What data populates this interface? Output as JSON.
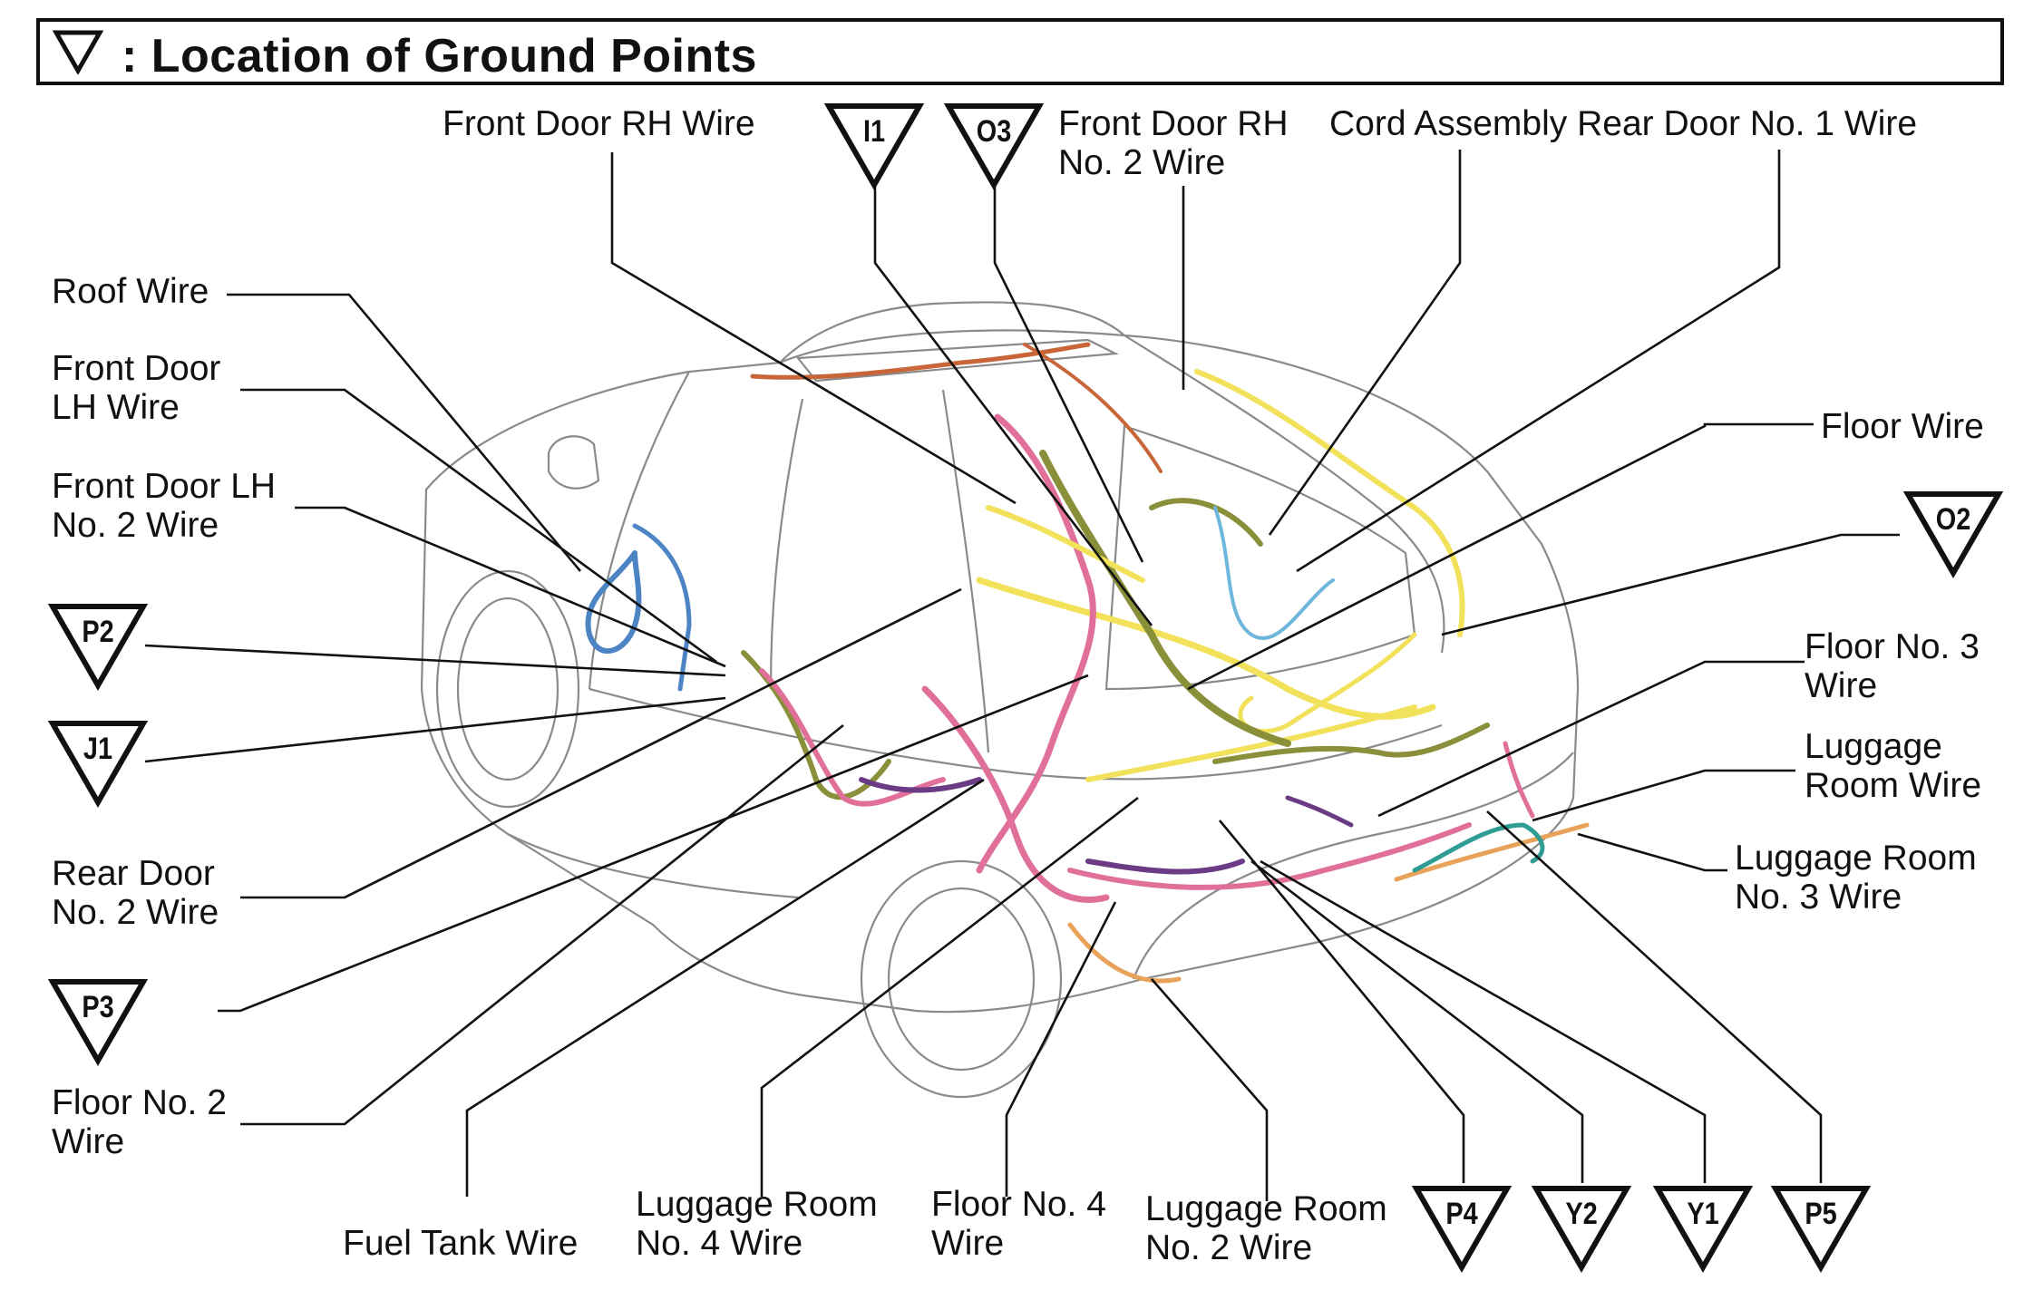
{
  "header": {
    "title": ": Location of Ground Points"
  },
  "wires": {
    "front_door_rh": "Front Door RH Wire",
    "front_door_rh_no2_line1": "Front Door RH",
    "front_door_rh_no2_line2": "No. 2 Wire",
    "cord_rear_door": "Cord Assembly Rear Door No. 1 Wire",
    "roof": "Roof Wire",
    "front_door_lh_line1": "Front Door",
    "front_door_lh_line2": "LH Wire",
    "front_door_lh_no2_line1": "Front Door LH",
    "front_door_lh_no2_line2": "No. 2 Wire",
    "floor": "Floor Wire",
    "floor_no3_line1": "Floor No. 3",
    "floor_no3_line2": "Wire",
    "luggage_room_line1": "Luggage",
    "luggage_room_line2": "Room Wire",
    "luggage_no3_line1": "Luggage Room",
    "luggage_no3_line2": "No. 3 Wire",
    "rear_door_no2_line1": "Rear Door",
    "rear_door_no2_line2": "No. 2 Wire",
    "floor_no2_line1": "Floor No. 2",
    "floor_no2_line2": "Wire",
    "fuel_tank": "Fuel Tank Wire",
    "luggage_no4_line1": "Luggage Room",
    "luggage_no4_line2": "No. 4 Wire",
    "floor_no4_line1": "Floor No. 4",
    "floor_no4_line2": "Wire",
    "luggage_no2_line1": "Luggage Room",
    "luggage_no2_line2": "No. 2 Wire"
  },
  "ground_points": {
    "i1": "I1",
    "o3": "O3",
    "o2": "O2",
    "p2": "P2",
    "j1": "J1",
    "p3": "P3",
    "p4": "P4",
    "y2": "Y2",
    "y1": "Y1",
    "p5": "P5"
  },
  "colors": {
    "pink": "#e0709a",
    "yellow": "#f2e15a",
    "olive": "#8a8f3a",
    "blue": "#4d84c4",
    "light_blue": "#6fb6dc",
    "purple": "#6b3b86",
    "orange": "#e8a25a",
    "rust": "#c8663a",
    "teal": "#2f9c94",
    "outline": "#8a8a8a"
  }
}
